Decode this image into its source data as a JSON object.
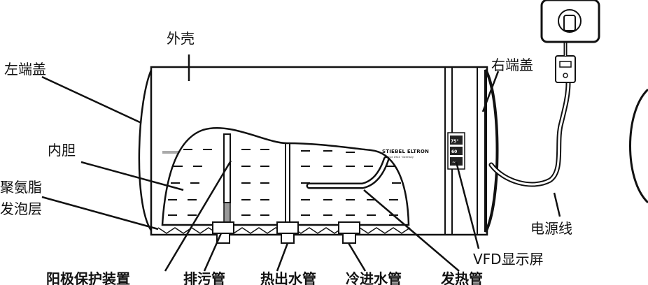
{
  "labels": {
    "shell": "外壳",
    "left_cap": "左端盖",
    "right_cap": "右端盖",
    "inner_tank": "内胆",
    "foam_line1": "聚氨脂",
    "foam_line2": "发泡层",
    "power_cord": "电源线",
    "vfd_display": "VFD显示屏",
    "anode": "阳极保护装置",
    "drain": "排污管",
    "hot_out": "热出水管",
    "cold_in": "冷进水管",
    "heater": "发热管"
  },
  "brand": {
    "name": "STIEBEL ELTRON",
    "sub": "Since 1924 · Germany"
  },
  "display": {
    "temp": "75°",
    "mode": "60",
    "icon": "~"
  }
}
